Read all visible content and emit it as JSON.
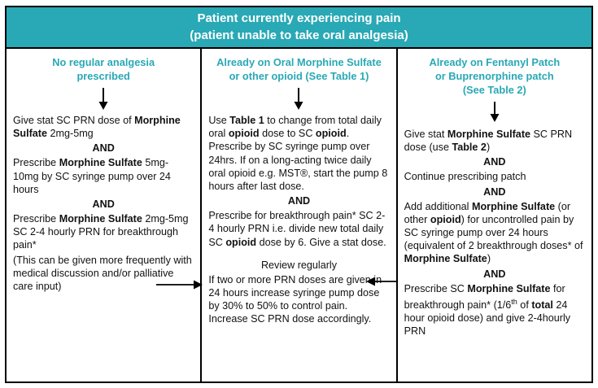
{
  "colors": {
    "accent_teal": "#29A8B5",
    "border": "#000000",
    "header_text": "#FFFFFF",
    "body_text": "#111111"
  },
  "header": {
    "line1": "Patient currently experiencing pain",
    "line2": "(patient unable to take oral analgesia)"
  },
  "icons": {
    "down_arrow": "↓",
    "arrow_from_left_column": "→",
    "arrow_from_right_column": "←"
  },
  "columns": [
    {
      "id": "no-regular-analgesia",
      "heading_lines": [
        "No regular analgesia",
        "prescribed"
      ],
      "blocks": [
        {
          "type": "para",
          "segments": [
            {
              "text": "Give stat SC PRN dose of "
            },
            {
              "text": "Morphine Sulfate",
              "bold": true
            },
            {
              "text": " 2mg-5mg"
            }
          ]
        },
        {
          "type": "and",
          "text": "AND"
        },
        {
          "type": "para",
          "segments": [
            {
              "text": "Prescribe "
            },
            {
              "text": "Morphine Sulfate",
              "bold": true
            },
            {
              "text": " 5mg-10mg by SC syringe pump over 24 hours"
            }
          ]
        },
        {
          "type": "and",
          "text": "AND"
        },
        {
          "type": "para",
          "segments": [
            {
              "text": "Prescribe "
            },
            {
              "text": "Morphine Sulfate",
              "bold": true
            },
            {
              "text": " 2mg-5mg SC 2-4 hourly PRN for breakthrough pain*"
            }
          ]
        },
        {
          "type": "para",
          "segments": [
            {
              "text": "(This can be given more frequently with medical discussion and/or palliative care input)"
            }
          ]
        }
      ]
    },
    {
      "id": "already-on-oral-opioid",
      "heading_lines": [
        "Already on Oral Morphine Sulfate",
        "or other opioid (See Table 1)"
      ],
      "blocks": [
        {
          "type": "para",
          "segments": [
            {
              "text": "Use "
            },
            {
              "text": "Table 1",
              "bold": true
            },
            {
              "text": " to change from total daily oral "
            },
            {
              "text": "opioid",
              "bold": true
            },
            {
              "text": " dose to SC "
            },
            {
              "text": "opioid",
              "bold": true
            },
            {
              "text": ". Prescribe by SC syringe pump over 24hrs. If on a long-acting twice daily oral opioid e.g. MST®, start the pump 8 hours after last dose."
            }
          ]
        },
        {
          "type": "and",
          "text": "AND"
        },
        {
          "type": "para",
          "segments": [
            {
              "text": "Prescribe for breakthrough pain* SC 2-4 hourly PRN i.e. divide new total daily SC "
            },
            {
              "text": "opioid",
              "bold": true
            },
            {
              "text": " dose by 6.  Give a stat dose."
            }
          ]
        },
        {
          "type": "center",
          "text": "Review regularly"
        },
        {
          "type": "para",
          "segments": [
            {
              "text": "If two or more PRN doses are given in 24 hours increase syringe pump dose by 30% to 50% to control pain. Increase SC PRN dose accordingly."
            }
          ]
        }
      ]
    },
    {
      "id": "already-on-patch",
      "heading_lines": [
        "Already on Fentanyl Patch",
        "or Buprenorphine patch",
        "(See Table 2)"
      ],
      "blocks": [
        {
          "type": "para",
          "segments": [
            {
              "text": "Give stat "
            },
            {
              "text": "Morphine Sulfate",
              "bold": true
            },
            {
              "text": " SC PRN dose (use "
            },
            {
              "text": "Table 2",
              "bold": true
            },
            {
              "text": ")"
            }
          ]
        },
        {
          "type": "and",
          "text": "AND"
        },
        {
          "type": "para",
          "segments": [
            {
              "text": "Continue prescribing patch"
            }
          ]
        },
        {
          "type": "and",
          "text": "AND"
        },
        {
          "type": "para",
          "segments": [
            {
              "text": "Add additional "
            },
            {
              "text": "Morphine Sulfate",
              "bold": true
            },
            {
              "text": " (or other "
            },
            {
              "text": "opioid",
              "bold": true
            },
            {
              "text": ") for uncontrolled pain by SC syringe  pump over 24 hours (equivalent of 2 breakthrough doses* of "
            },
            {
              "text": "Morphine Sulfate",
              "bold": true
            },
            {
              "text": ")"
            }
          ]
        },
        {
          "type": "and",
          "text": "AND"
        },
        {
          "type": "para",
          "segments": [
            {
              "text": "Prescribe SC "
            },
            {
              "text": "Morphine Sulfate",
              "bold": true
            },
            {
              "text": " for breakthrough pain* (1/6"
            },
            {
              "text": "th",
              "sup": true
            },
            {
              "text": " of "
            },
            {
              "text": "total",
              "bold": true
            },
            {
              "text": " 24 hour opioid dose) and give 2-4hourly PRN"
            }
          ]
        }
      ]
    }
  ]
}
